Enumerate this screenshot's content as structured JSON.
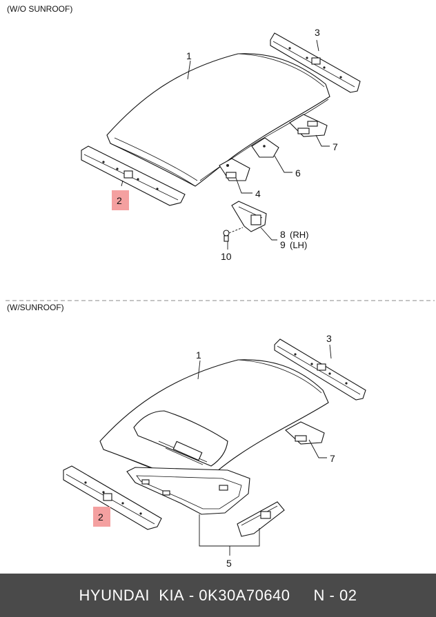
{
  "sections": [
    {
      "label": "(W/O SUNROOF)",
      "callouts": [
        {
          "id": "top-1",
          "text": "1",
          "highlighted": false
        },
        {
          "id": "top-2",
          "text": "2",
          "highlighted": true
        },
        {
          "id": "top-3",
          "text": "3",
          "highlighted": false
        },
        {
          "id": "top-4",
          "text": "4",
          "highlighted": false
        },
        {
          "id": "top-6",
          "text": "6",
          "highlighted": false
        },
        {
          "id": "top-7",
          "text": "7",
          "highlighted": false
        },
        {
          "id": "top-8",
          "text": "8",
          "suffix": "(RH)",
          "highlighted": false
        },
        {
          "id": "top-9",
          "text": "9",
          "suffix": "(LH)",
          "highlighted": false
        },
        {
          "id": "top-10",
          "text": "10",
          "highlighted": false
        }
      ]
    },
    {
      "label": "(W/SUNROOF)",
      "callouts": [
        {
          "id": "bot-1",
          "text": "1",
          "highlighted": false
        },
        {
          "id": "bot-2",
          "text": "2",
          "highlighted": true
        },
        {
          "id": "bot-3",
          "text": "3",
          "highlighted": false
        },
        {
          "id": "bot-5",
          "text": "5",
          "highlighted": false
        },
        {
          "id": "bot-7",
          "text": "7",
          "highlighted": false
        }
      ]
    }
  ],
  "footer": {
    "brand": "HYUNDAI  KIA",
    "separator": " - ",
    "part_number": "0K30A70640",
    "page": "N - 02"
  },
  "colors": {
    "highlight": "#f4a0a0",
    "footer_bg": "#4a4a4a",
    "footer_text": "#ffffff",
    "divider": "#888888"
  }
}
